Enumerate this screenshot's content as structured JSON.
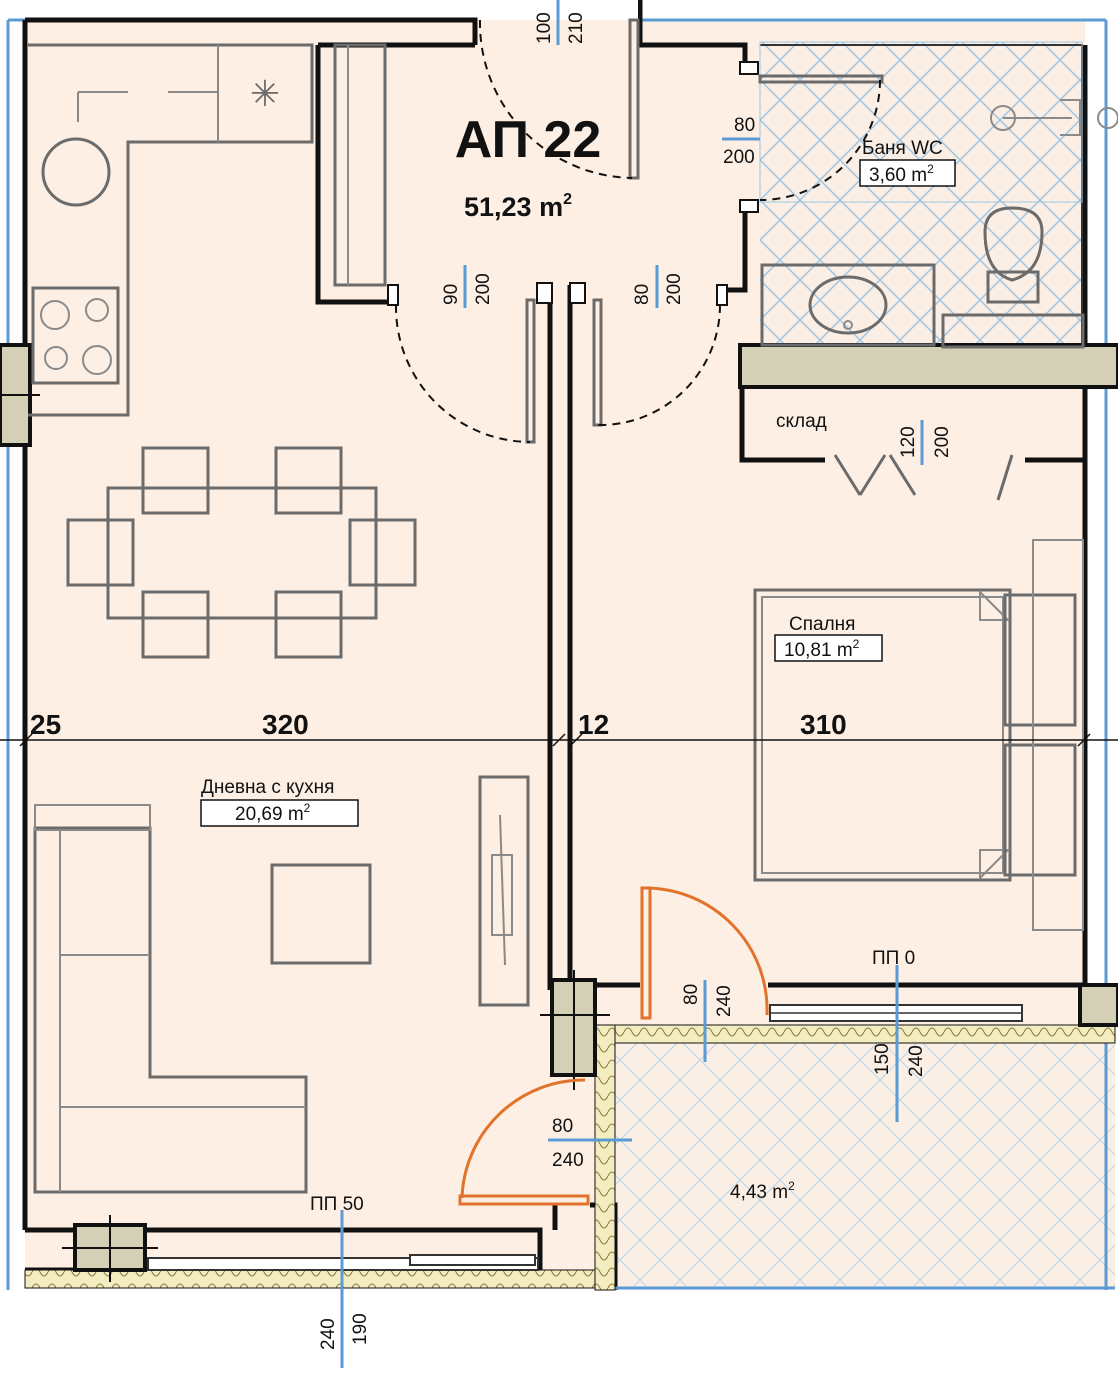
{
  "apartment": {
    "title": "АП 22",
    "total_area": "51,23 m",
    "area_sup": "2"
  },
  "rooms": {
    "bath_name": "Баня WC",
    "bath_area": "3,60 m",
    "storage_name": "склад",
    "bedroom_name": "Спалня",
    "bedroom_area": "10,81 m",
    "living_name": "Дневна с кухня",
    "living_area": "20,69 m",
    "terrace_area": "4,43 m",
    "sup": "2"
  },
  "openings": {
    "entrance_w": "100",
    "entrance_h": "210",
    "bath_door_w": "80",
    "bath_door_h": "200",
    "living_door_w": "90",
    "living_door_h": "200",
    "bedroom_door_w": "80",
    "bedroom_door_h": "200",
    "storage_door_w": "120",
    "storage_door_h": "200",
    "balcony_door_bed_w": "80",
    "balcony_door_bed_h": "240",
    "balcony_door_liv_w": "80",
    "balcony_door_liv_h": "240",
    "window_bed_label": "ПП 0",
    "window_bed_w": "150",
    "window_bed_h": "240",
    "window_liv_label": "ПП 50",
    "window_liv_w": "240",
    "window_liv_h": "190"
  },
  "dimensions": {
    "d1": "25",
    "d2": "320",
    "d3": "12",
    "d4": "310"
  },
  "colors": {
    "room_fill": "#fdefe3",
    "terrace_fill": "#fbeee4",
    "column_fill": "#d3d0b6",
    "door_swing": "#e2722c",
    "dim_line": "#5b9bd5",
    "tile_pattern": "#9cc6e3"
  }
}
